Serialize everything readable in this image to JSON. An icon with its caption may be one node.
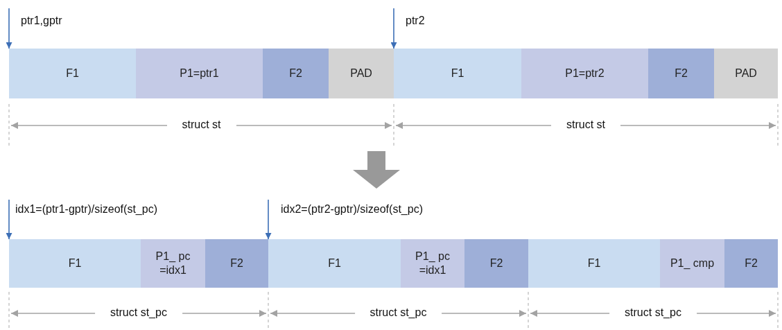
{
  "diagram": {
    "nodes": [
      {
        "text": [
          "F1"
        ]
      },
      {
        "text": [
          "P1=ptr1"
        ]
      },
      {
        "text": [
          "F2"
        ]
      },
      {
        "text": [
          "PAD"
        ]
      },
      {
        "text": [
          "F1"
        ]
      },
      {
        "text": [
          "P1=ptr2"
        ]
      },
      {
        "text": [
          "F2"
        ]
      },
      {
        "text": [
          "PAD"
        ]
      },
      {
        "text": [
          "F1"
        ]
      },
      {
        "text": [
          "P1_ pc =idx1"
        ]
      },
      {
        "text": [
          "F2"
        ]
      },
      {
        "text": [
          "F1"
        ]
      },
      {
        "text": [
          "P1_ pc =idx1"
        ]
      },
      {
        "text": [
          "F2"
        ]
      },
      {
        "text": [
          "F1"
        ]
      },
      {
        "text": [
          "P1_ cmp"
        ]
      },
      {
        "text": [
          "F2"
        ]
      }
    ],
    "edges": [
      {
        "from": null,
        "to": 0,
        "arrow": "to"
      },
      {
        "from": null,
        "to": 4,
        "arrow": "to"
      },
      {
        "from": null,
        "to": 8,
        "arrow": "to"
      },
      {
        "from": null,
        "to": 11,
        "arrow": "to"
      }
    ],
    "labels": [
      "ptr1,gptr",
      "ptr2",
      "struct st",
      "struct st",
      "idx1=(ptr1-gptr)/sizeof(st_pc)",
      "idx2=(ptr2-gptr)/sizeof(st_pc)",
      "struct st_pc",
      "struct st_pc",
      "struct st_pc"
    ]
  }
}
